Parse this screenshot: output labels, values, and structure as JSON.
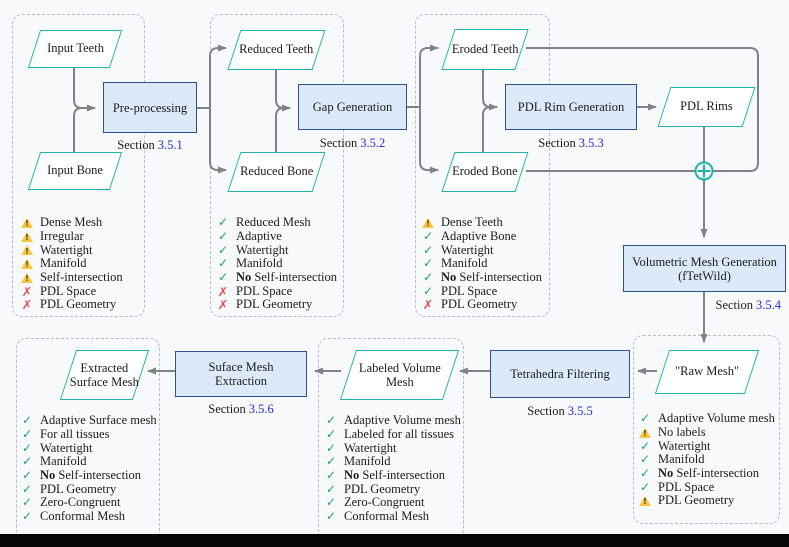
{
  "colors": {
    "io_node_accent": "#20b2aa",
    "process_fill": "#dce9f8",
    "process_border": "#30508c",
    "connector": "#7f8287",
    "check_green": "#21a366",
    "cross_red": "#e05252",
    "warning_yellow": "#f6c544",
    "section_link_blue": "#2a2ae0"
  },
  "stages": [
    {
      "label": "Pre-processing",
      "section": "Section",
      "ref": "3.5.1"
    },
    {
      "label": "Gap Generation",
      "section": "Section",
      "ref": "3.5.2"
    },
    {
      "label": "PDL Rim Generation",
      "section": "Section",
      "ref": "3.5.3"
    },
    {
      "line1": "Volumetric Mesh Generation",
      "line2": "(fTetWild)",
      "section": "Section",
      "ref": "3.5.4"
    },
    {
      "label": "Tetrahedra Filtering",
      "section": "Section",
      "ref": "3.5.5"
    },
    {
      "label": "Suface Mesh Extraction",
      "section": "Section",
      "ref": "3.5.6"
    }
  ],
  "nodes": {
    "input_teeth": "Input Teeth",
    "input_bone": "Input Bone",
    "reduced_teeth": "Reduced Teeth",
    "reduced_bone": "Reduced Bone",
    "eroded_teeth": "Eroded Teeth",
    "eroded_bone": "Eroded Bone",
    "pdl_rims": "PDL Rims",
    "raw_mesh": "\"Raw Mesh\"",
    "labeled_volume_mesh": "Labeled Volume Mesh",
    "extracted_surface_mesh": "Extracted Surface Mesh"
  },
  "icons": {
    "merge": "circle-plus"
  },
  "checklists": [
    {
      "name": "input-meshes",
      "items": [
        {
          "icon": "warn",
          "bold": "",
          "text": "Dense Mesh"
        },
        {
          "icon": "warn",
          "bold": "",
          "text": "Irregular"
        },
        {
          "icon": "warn",
          "bold": "",
          "text": "Watertight"
        },
        {
          "icon": "warn",
          "bold": "",
          "text": "Manifold"
        },
        {
          "icon": "warn",
          "bold": "",
          "text": "Self-intersection"
        },
        {
          "icon": "cross",
          "bold": "",
          "text": "PDL Space"
        },
        {
          "icon": "cross",
          "bold": "",
          "text": "PDL Geometry"
        }
      ]
    },
    {
      "name": "reduced-meshes",
      "items": [
        {
          "icon": "check",
          "bold": "",
          "text": "Reduced Mesh"
        },
        {
          "icon": "check",
          "bold": "",
          "text": "Adaptive"
        },
        {
          "icon": "check",
          "bold": "",
          "text": "Watertight"
        },
        {
          "icon": "check",
          "bold": "",
          "text": "Manifold"
        },
        {
          "icon": "check",
          "bold": "No",
          "text": " Self-intersection"
        },
        {
          "icon": "cross",
          "bold": "",
          "text": "PDL Space"
        },
        {
          "icon": "cross",
          "bold": "",
          "text": "PDL Geometry"
        }
      ]
    },
    {
      "name": "eroded-meshes",
      "items": [
        {
          "icon": "warn",
          "bold": "",
          "text": "Dense Teeth"
        },
        {
          "icon": "check",
          "bold": "",
          "text": "Adaptive Bone"
        },
        {
          "icon": "check",
          "bold": "",
          "text": "Watertight"
        },
        {
          "icon": "check",
          "bold": "",
          "text": "Manifold"
        },
        {
          "icon": "check",
          "bold": "No",
          "text": " Self-intersection"
        },
        {
          "icon": "check",
          "bold": "",
          "text": "PDL Space"
        },
        {
          "icon": "cross",
          "bold": "",
          "text": "PDL Geometry"
        }
      ]
    },
    {
      "name": "raw-mesh",
      "items": [
        {
          "icon": "check",
          "bold": "",
          "text": "Adaptive Volume mesh"
        },
        {
          "icon": "warn",
          "bold": "",
          "text": "No labels"
        },
        {
          "icon": "check",
          "bold": "",
          "text": "Watertight"
        },
        {
          "icon": "check",
          "bold": "",
          "text": "Manifold"
        },
        {
          "icon": "check",
          "bold": "No",
          "text": " Self-intersection"
        },
        {
          "icon": "check",
          "bold": "",
          "text": "PDL Space"
        },
        {
          "icon": "warn",
          "bold": "",
          "text": "PDL Geometry"
        }
      ]
    },
    {
      "name": "labeled-volume-mesh",
      "items": [
        {
          "icon": "check",
          "bold": "",
          "text": "Adaptive Volume mesh"
        },
        {
          "icon": "check",
          "bold": "",
          "text": "Labeled for all tissues"
        },
        {
          "icon": "check",
          "bold": "",
          "text": "Watertight"
        },
        {
          "icon": "check",
          "bold": "",
          "text": "Manifold"
        },
        {
          "icon": "check",
          "bold": "No",
          "text": " Self-intersection"
        },
        {
          "icon": "check",
          "bold": "",
          "text": "PDL Geometry"
        },
        {
          "icon": "check",
          "bold": "",
          "text": "Zero-Congruent"
        },
        {
          "icon": "check",
          "bold": "",
          "text": "Conformal Mesh"
        }
      ]
    },
    {
      "name": "extracted-surface-mesh",
      "items": [
        {
          "icon": "check",
          "bold": "",
          "text": "Adaptive Surface mesh"
        },
        {
          "icon": "check",
          "bold": "",
          "text": "For all tissues"
        },
        {
          "icon": "check",
          "bold": "",
          "text": "Watertight"
        },
        {
          "icon": "check",
          "bold": "",
          "text": "Manifold"
        },
        {
          "icon": "check",
          "bold": "No",
          "text": " Self-intersection"
        },
        {
          "icon": "check",
          "bold": "",
          "text": "PDL Geometry"
        },
        {
          "icon": "check",
          "bold": "",
          "text": "Zero-Congruent"
        },
        {
          "icon": "check",
          "bold": "",
          "text": "Conformal Mesh"
        }
      ]
    }
  ]
}
